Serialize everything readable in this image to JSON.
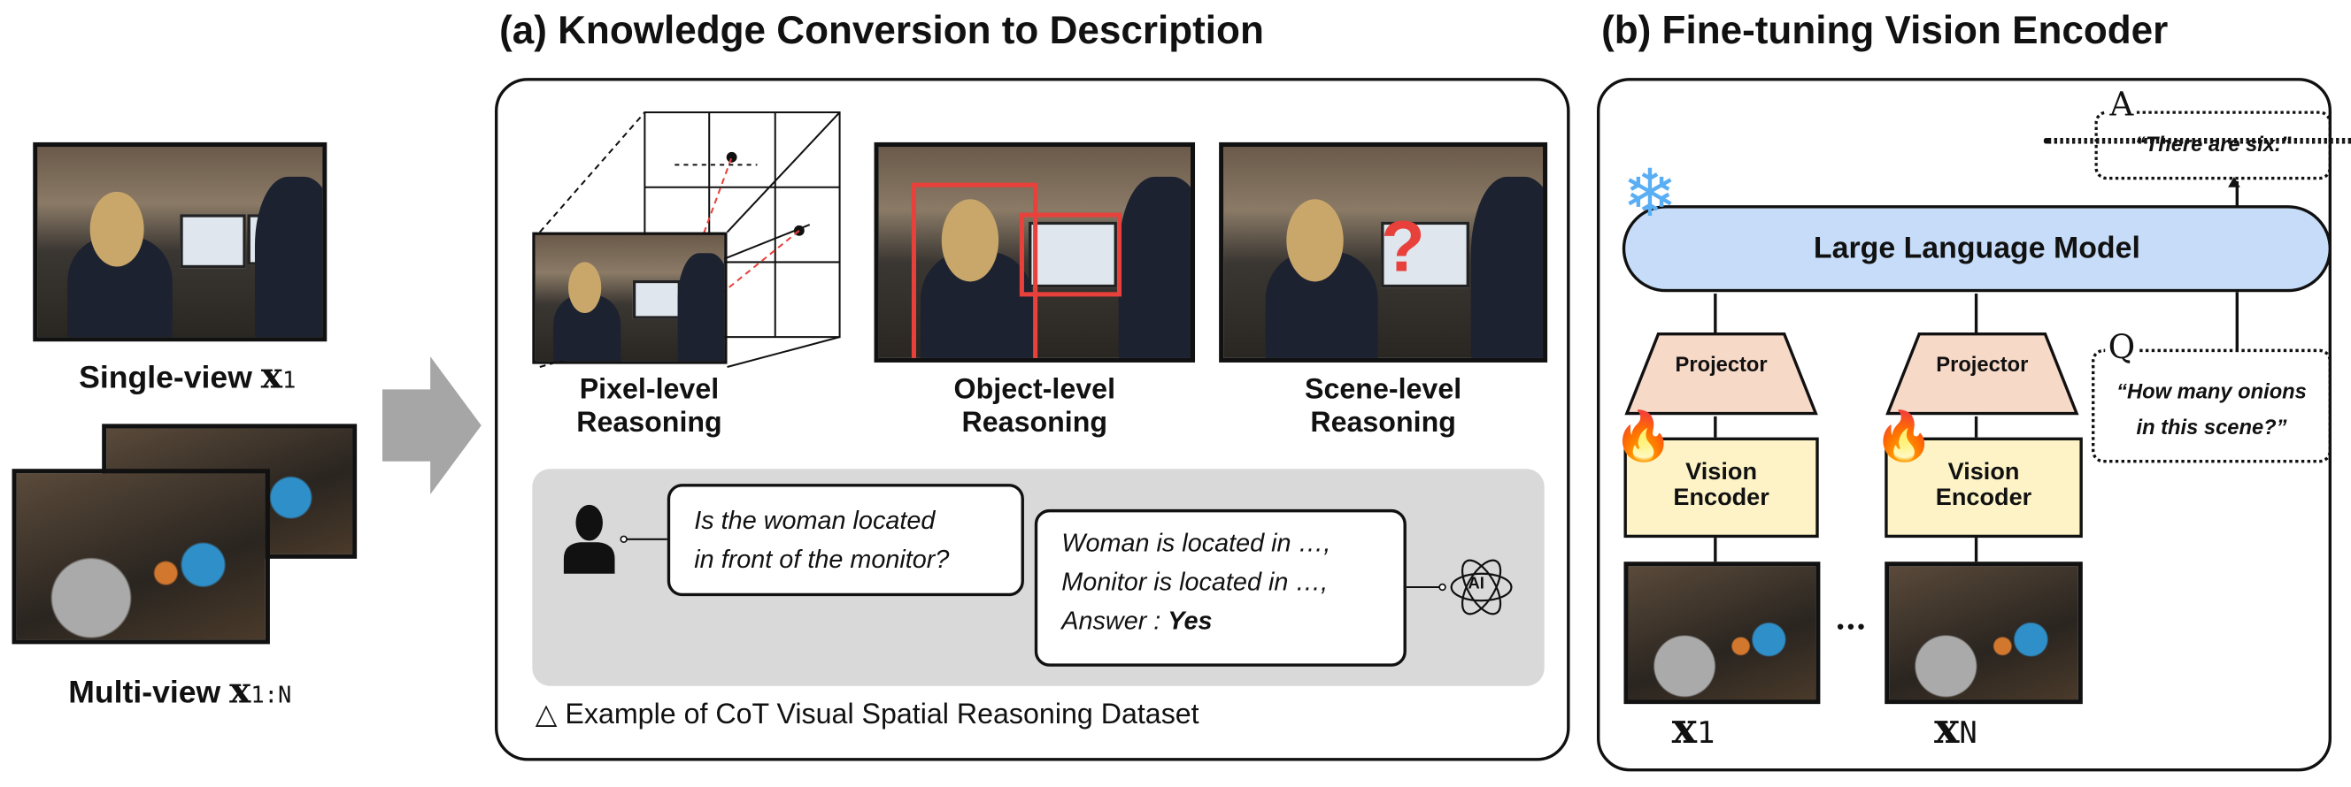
{
  "left": {
    "single_view_label": "Single-view",
    "single_view_var": "x",
    "single_view_sub": "1",
    "multi_view_label": "Multi-view",
    "multi_view_var": "x",
    "multi_view_sub": "1:N"
  },
  "panel_a": {
    "title": "(a) Knowledge Conversion to Description",
    "levels": [
      {
        "line1": "Pixel-level",
        "line2": "Reasoning"
      },
      {
        "line1": "Object-level",
        "line2": "Reasoning"
      },
      {
        "line1": "Scene-level",
        "line2": "Reasoning"
      }
    ],
    "question_line1": "Is the woman located",
    "question_line2": "in front of the monitor?",
    "answer_line1": "Woman is located in …,",
    "answer_line2": "Monitor is located in …,",
    "answer_prefix": "Answer : ",
    "answer_value": "Yes",
    "ai_icon_text": "AI",
    "scene_mark": "?",
    "caption": "△ Example of CoT Visual Spatial Reasoning Dataset"
  },
  "panel_b": {
    "title": "(b) Fine-tuning Vision Encoder",
    "llm_label": "Large Language Model",
    "projector_label": "Projector",
    "encoder_line1": "Vision",
    "encoder_line2": "Encoder",
    "answer_letter": "A",
    "answer_text": "“There are six.”",
    "question_letter": "Q",
    "question_line1": "“How many onions",
    "question_line2": "in this scene?”",
    "ellipsis": "•••",
    "x1_var": "x",
    "x1_sub": "1",
    "xn_var": "x",
    "xn_sub": "N"
  },
  "colors": {
    "llm": "#c6dcf8",
    "projector": "#f7d9c8",
    "encoder": "#fdf3c6",
    "gray_box": "#d9d9d9",
    "red_box": "#e8413c",
    "arrow": "#a6a6a6"
  }
}
